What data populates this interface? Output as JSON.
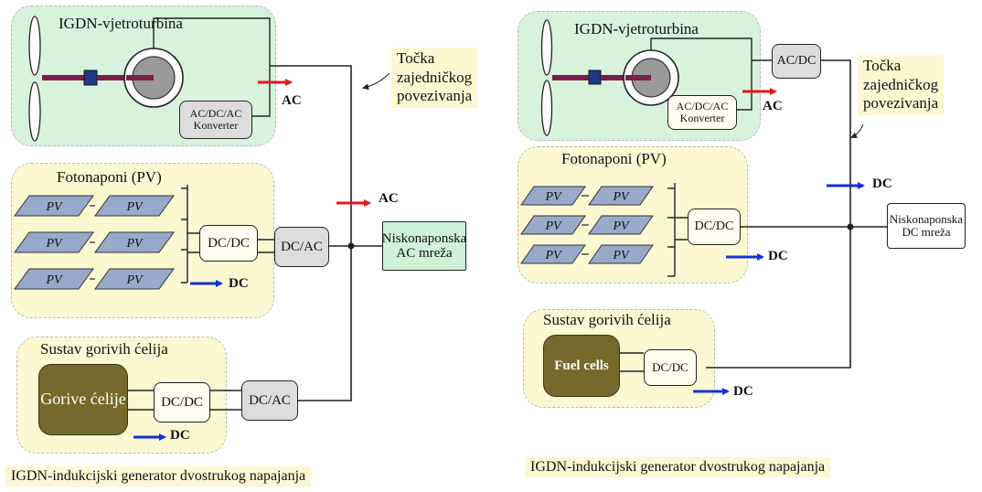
{
  "left": {
    "wind_title": "IGDN-vjetroturbina",
    "wind_converter": "AC/DC/AC Konverter",
    "wind_out": "AC",
    "pcc": [
      "Točka",
      "zajedničkog",
      "povezivanja"
    ],
    "pv_title": "Fotonaponi (PV)",
    "pv_label": "PV",
    "pv_dcdc": "DC/DC",
    "pv_dcac": "DC/AC",
    "pv_dc": "DC",
    "pv_ac": "AC",
    "grid": "Niskonaponska AC mreža",
    "fc_title": "Sustav gorivih ćelija",
    "fc_stack": "Gorive ćelije",
    "fc_dcdc": "DC/DC",
    "fc_dcac": "DC/AC",
    "fc_dc": "DC",
    "footnote": "IGDN-indukcijski generator dvostrukog napajanja"
  },
  "right": {
    "wind_title": "IGDN-vjetroturbina",
    "wind_acdc": "AC/DC",
    "wind_converter": "AC/DC/AC Konverter",
    "wind_out": "AC",
    "pcc": [
      "Točka",
      "zajedničkog",
      "povezivanja"
    ],
    "bus_dc": "DC",
    "pv_title": "Fotonaponi (PV)",
    "pv_label": "PV",
    "pv_dcdc": "DC/DC",
    "pv_dc": "DC",
    "grid": "Niskonaponska DC mreža",
    "fc_title": "Sustav gorivih ćelija",
    "fc_stack": "Fuel cells",
    "fc_dcdc": "DC/DC",
    "fc_dc": "DC",
    "footnote": "IGDN-indukcijski generator dvostrukog napajanja"
  },
  "colors": {
    "wind_region": "#d8f2dc",
    "pv_region": "#fbf8d2",
    "pv_panel": "#99a9c9",
    "ac_arrow": "#e8141b",
    "dc_arrow": "#1530d8",
    "fuel_cell": "#756a2c",
    "converter_gray": "#dcdcdc"
  }
}
